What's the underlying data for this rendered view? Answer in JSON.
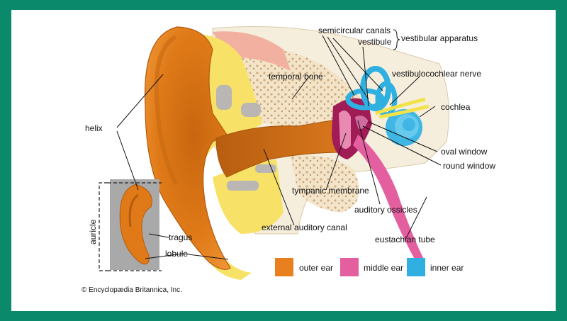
{
  "labels": {
    "semicircular_canals": "semicircular canals",
    "vestibule": "vestibule",
    "vestibular_apparatus": "vestibular apparatus",
    "temporal_bone": "temporal bone",
    "vestibulocochlear_nerve": "vestibulocochlear nerve",
    "cochlea": "cochlea",
    "helix": "helix",
    "oval_window": "oval window",
    "round_window": "round window",
    "tympanic_membrane": "tympanic membrane",
    "auditory_ossicles": "auditory ossicles",
    "eustachian_tube": "eustachian tube",
    "external_auditory_canal": "external auditory canal",
    "auricle": "auricle",
    "tragus": "tragus",
    "lobule": "lobule"
  },
  "legend": [
    {
      "label": "outer ear",
      "color": "#e8801f"
    },
    {
      "label": "middle ear",
      "color": "#e45fa0"
    },
    {
      "label": "inner ear",
      "color": "#2fb0e0"
    }
  ],
  "credit": "© Encyclopædia Britannica, Inc."
}
